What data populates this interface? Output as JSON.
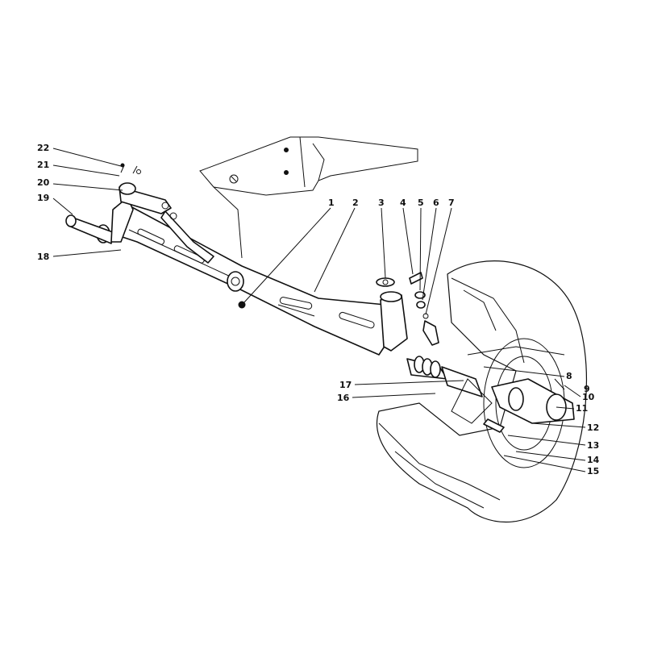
{
  "diagram": {
    "callouts": [
      {
        "id": "22",
        "label": "22"
      },
      {
        "id": "21",
        "label": "21"
      },
      {
        "id": "20",
        "label": "20"
      },
      {
        "id": "19",
        "label": "19"
      },
      {
        "id": "18",
        "label": "18"
      },
      {
        "id": "1",
        "label": "1"
      },
      {
        "id": "2",
        "label": "2"
      },
      {
        "id": "3",
        "label": "3"
      },
      {
        "id": "4",
        "label": "4"
      },
      {
        "id": "5",
        "label": "5"
      },
      {
        "id": "6",
        "label": "6"
      },
      {
        "id": "7",
        "label": "7"
      },
      {
        "id": "8",
        "label": "8"
      },
      {
        "id": "9",
        "label": "9"
      },
      {
        "id": "10",
        "label": "10"
      },
      {
        "id": "11",
        "label": "11"
      },
      {
        "id": "12",
        "label": "12"
      },
      {
        "id": "13",
        "label": "13"
      },
      {
        "id": "14",
        "label": "14"
      },
      {
        "id": "15",
        "label": "15"
      },
      {
        "id": "16",
        "label": "16"
      },
      {
        "id": "17",
        "label": "17"
      }
    ]
  }
}
